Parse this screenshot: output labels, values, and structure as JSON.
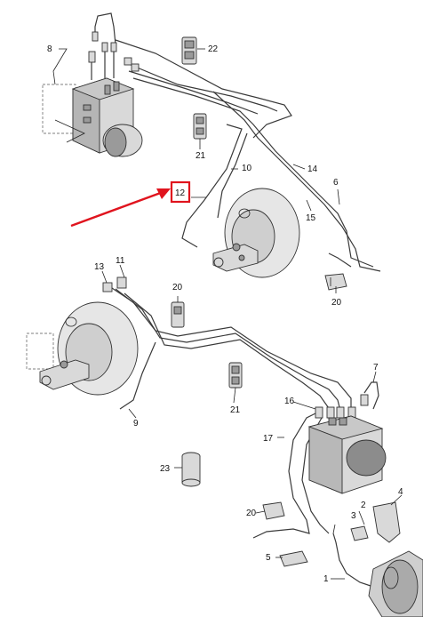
{
  "callouts": {
    "c1": "1",
    "c2": "2",
    "c3": "3",
    "c4": "4",
    "c5": "5",
    "c6": "6",
    "c7": "7",
    "c8": "8",
    "c9": "9",
    "c10": "10",
    "c11": "11",
    "c12": "12",
    "c13": "13",
    "c14": "14",
    "c15": "15",
    "c16": "16",
    "c17": "17",
    "c20a": "20",
    "c20b": "20",
    "c20c": "20",
    "c21a": "21",
    "c21b": "21",
    "c22": "22",
    "c23": "23"
  },
  "highlight": {
    "label": "12",
    "color": "#e0141e"
  }
}
